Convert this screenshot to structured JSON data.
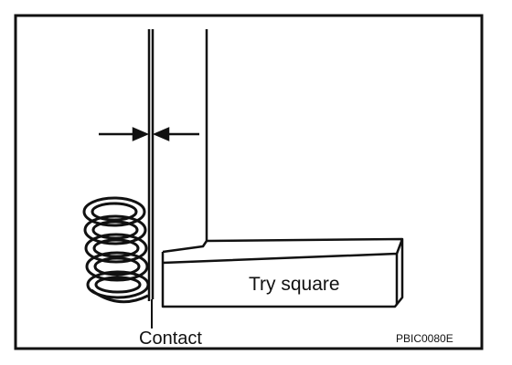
{
  "labels": {
    "try_square": "Try square",
    "contact": "Contact",
    "figure_code": "PBIC0080E"
  },
  "colors": {
    "ink": "#111111",
    "background": "#ffffff"
  }
}
